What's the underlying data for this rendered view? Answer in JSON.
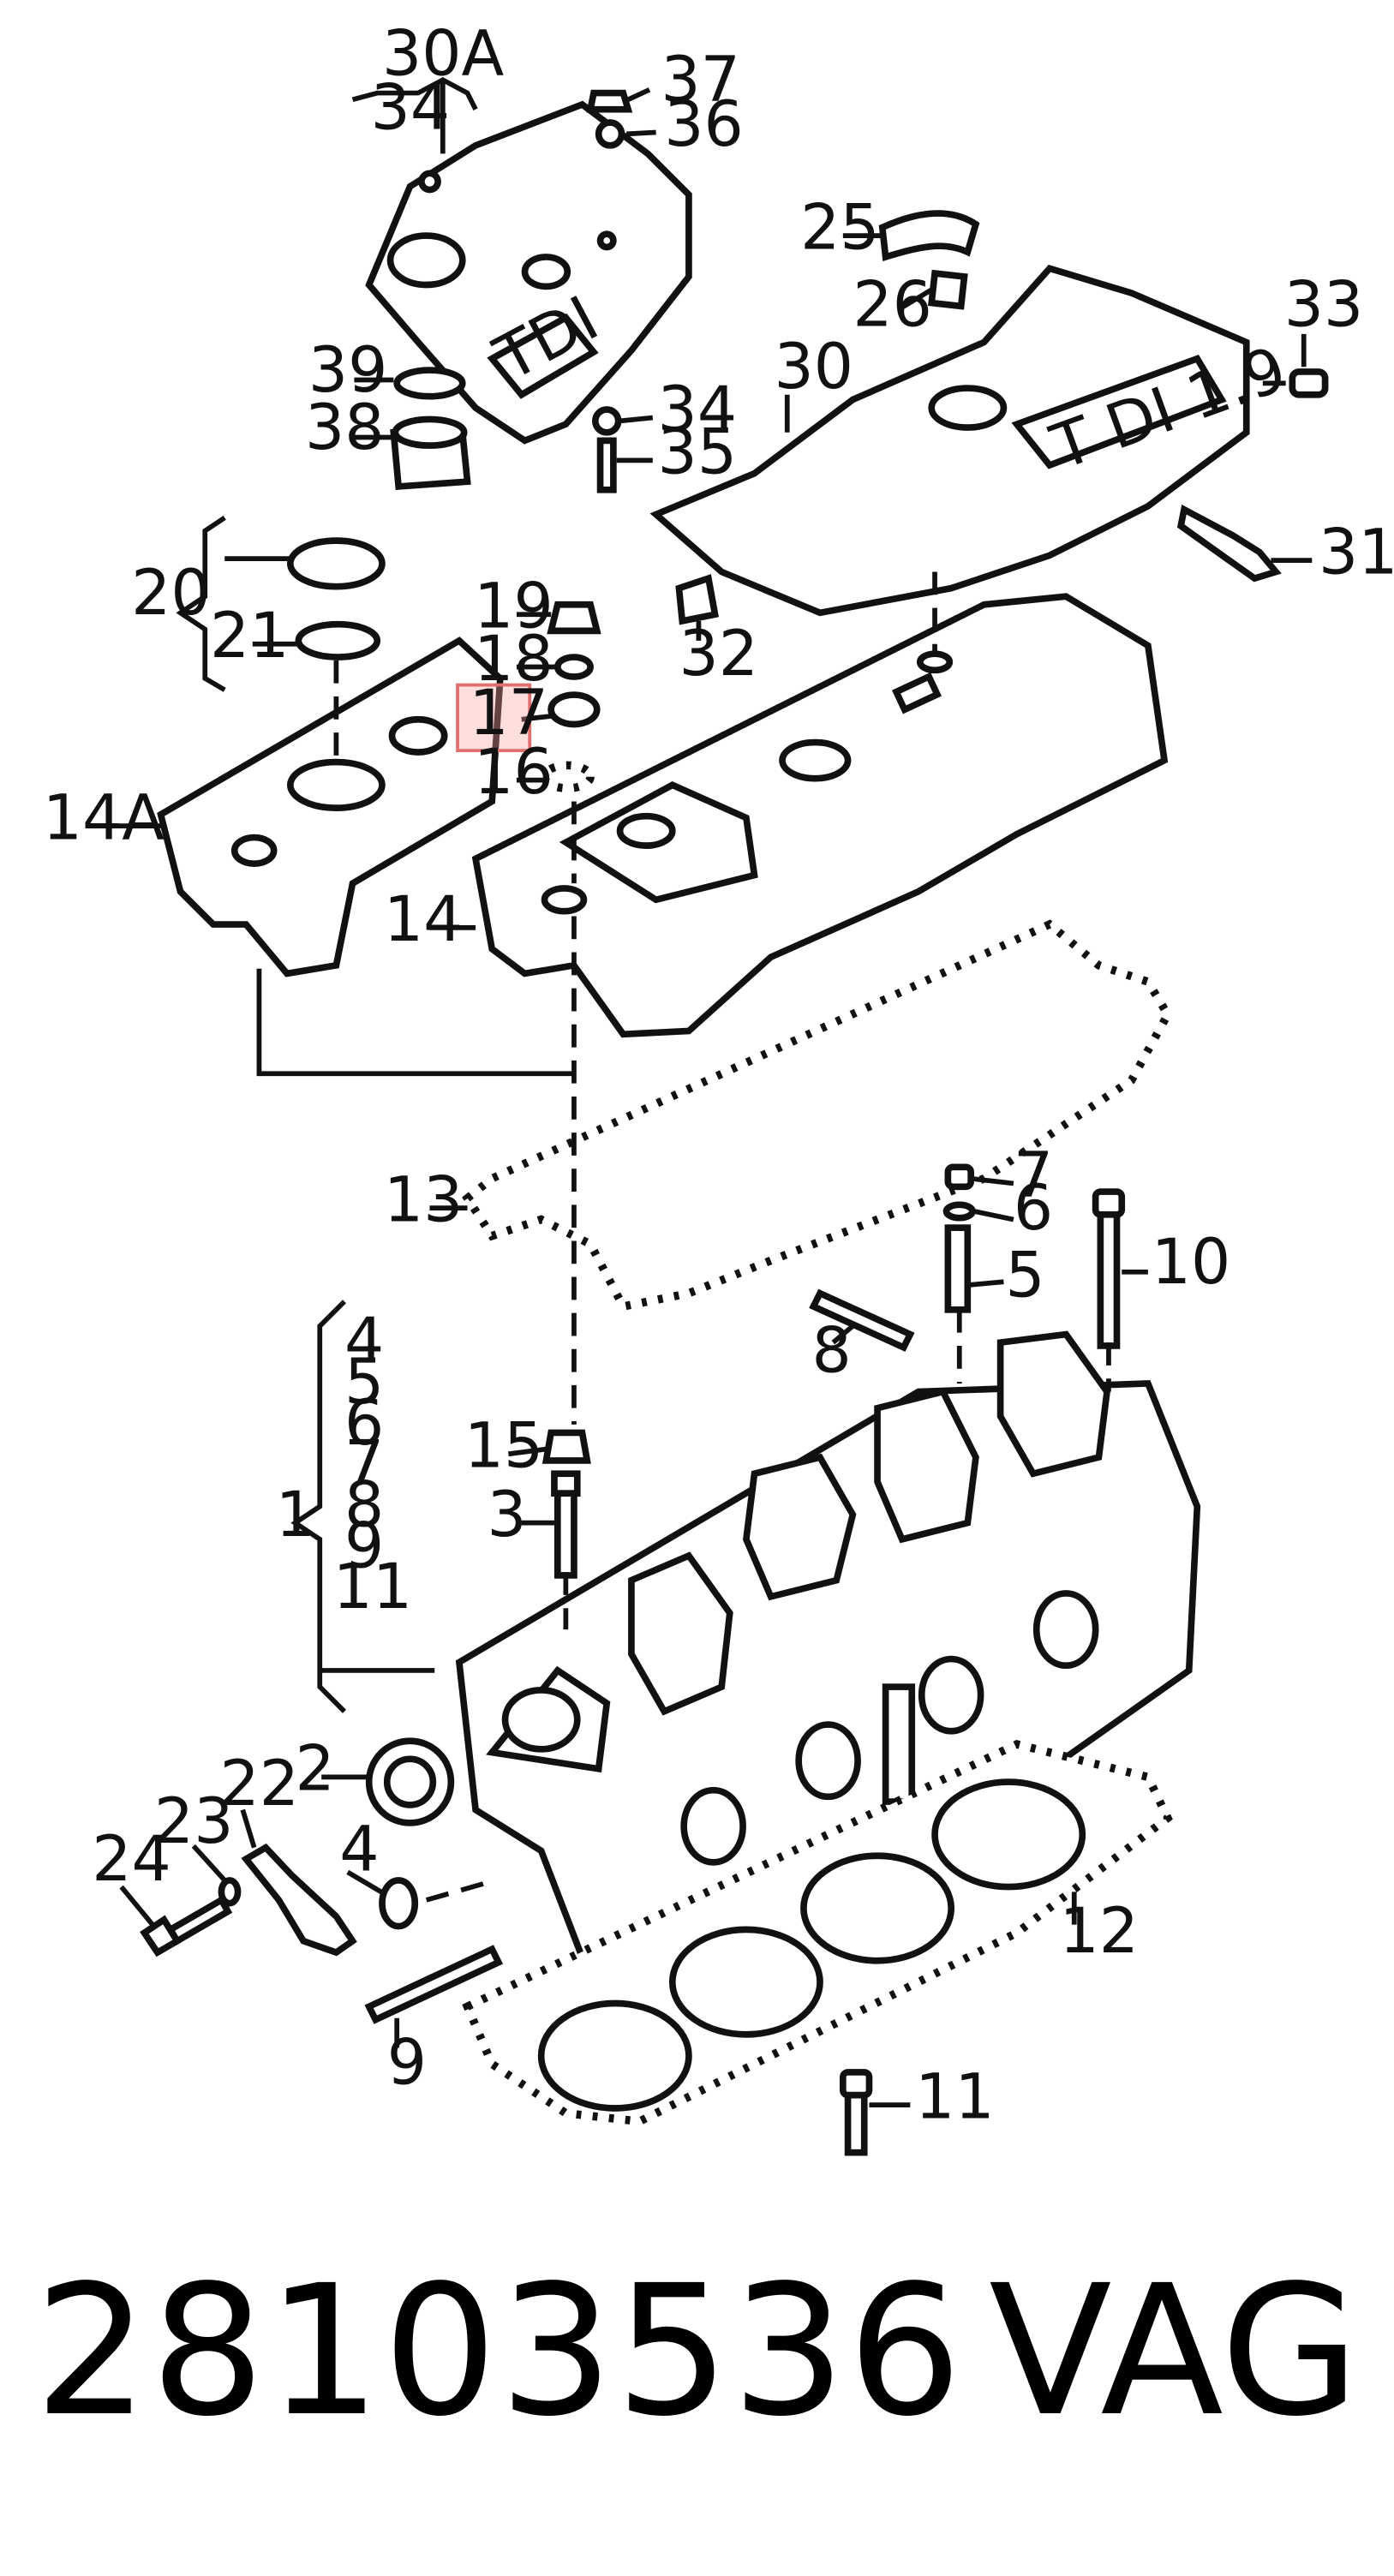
{
  "diagram": {
    "labels": {
      "p30a": "30A",
      "p34top": "34",
      "p37": "37",
      "p36": "36",
      "p25": "25",
      "p26": "26",
      "p30": "30",
      "p33": "33",
      "p39": "39",
      "p38": "38",
      "p34": "34",
      "p35": "35",
      "p31": "31",
      "p32": "32",
      "p20": "20",
      "p21": "21",
      "p19": "19",
      "p18": "18",
      "p17": "17",
      "p16": "16",
      "p14a": "14A",
      "p14": "14",
      "p13": "13",
      "p7": "7",
      "p6": "6",
      "p5": "5",
      "p10": "10",
      "p8": "8",
      "b4": "4",
      "b5": "5",
      "b6": "6",
      "b7": "7",
      "b8": "8",
      "b9": "9",
      "b11": "11",
      "p1": "1",
      "p15": "15",
      "p3": "3",
      "p2": "2",
      "p22": "22",
      "p23": "23",
      "p24": "24",
      "p4": "4",
      "p12": "12",
      "p9": "9",
      "p11": "11"
    },
    "cover_text_small": "TDI",
    "cover_text_large": "T DI 1.9",
    "highlight_color": "#e07070"
  },
  "footer": {
    "part_number": "28103536",
    "brand": "VAG"
  }
}
